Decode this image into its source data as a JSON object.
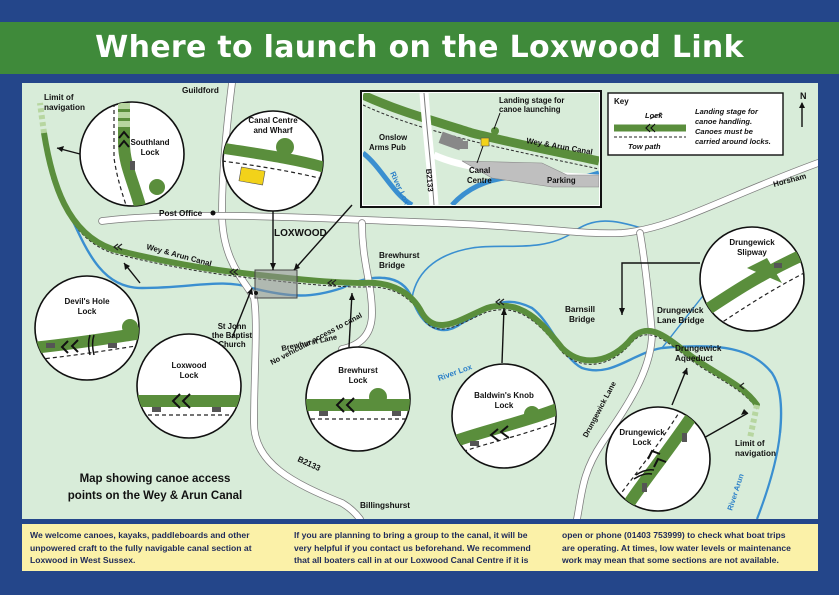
{
  "title": "Where to launch on the Loxwood Link",
  "map_labels": {
    "limit_nav_top": [
      "Limit of",
      "navigation"
    ],
    "guildford": "Guildford",
    "post_office": "Post Office",
    "loxwood": "LOXWOOD",
    "wey_arun_canal": "Wey & Arun Canal",
    "brewhurst_bridge": [
      "Brewhurst",
      "Bridge"
    ],
    "brewhurst_lane": "Brewhurst Lane",
    "no_vehicular": "No vehicular access to canal",
    "st_john": [
      "St John",
      "the Baptist",
      "Church"
    ],
    "barnsill_bridge": [
      "Barnsill",
      "Bridge"
    ],
    "river_lox": "River Lox",
    "drungewick_lane_bridge": [
      "Drungewick",
      "Lane Bridge"
    ],
    "drungewick_aqueduct": [
      "Drungewick",
      "Aqueduct"
    ],
    "drungewick_lane": "Drungewick Lane",
    "horsham": "Horsham",
    "b2133": "B2133",
    "billingshurst": "Billingshurst",
    "river_arun": "River Arun",
    "limit_nav_bottom": [
      "Limit of",
      "navigation"
    ],
    "caption": [
      "Map showing canoe access",
      "points on the Wey & Arun Canal"
    ],
    "north": "N"
  },
  "circles": {
    "southland": [
      "Southland",
      "Lock"
    ],
    "canal_centre": [
      "Canal Centre",
      "and Wharf"
    ],
    "devils_hole": [
      "Devil's Hole",
      "Lock"
    ],
    "loxwood_lock": [
      "Loxwood",
      "Lock"
    ],
    "brewhurst_lock": [
      "Brewhurst",
      "Lock"
    ],
    "baldwins_knob": [
      "Baldwin's Knob",
      "Lock"
    ],
    "drungewick_slipway": [
      "Drungewick",
      "Slipway"
    ],
    "drungewick_lock": [
      "Drungewick",
      "Lock"
    ]
  },
  "inset": {
    "landing_stage": [
      "Landing stage for",
      "canoe launching"
    ],
    "onslow_arms": [
      "Onslow",
      "Arms Pub"
    ],
    "wey_arun_canal": "Wey & Arun Canal",
    "canal_centre": [
      "Canal",
      "Centre"
    ],
    "parking": "Parking",
    "river_lox": "River Lox",
    "b2133": "B2133"
  },
  "key": {
    "title": "Key",
    "lock": "Lock",
    "tow_path": "Tow path",
    "description": [
      "Landing stage for",
      "canoe handling.",
      "Canoes must be",
      "carried around locks."
    ]
  },
  "info": {
    "col1": [
      "We welcome canoes, kayaks, paddleboards and other",
      "unpowered craft to the fully navigable canal section at",
      "Loxwood in West Sussex."
    ],
    "col2": [
      "If you are planning to bring a group to the canal, it will be",
      "very helpful if you contact us beforehand. We recommend",
      "that all boaters call in at our Loxwood Canal Centre if it is"
    ],
    "col3": [
      "open or phone (01403 753999) to check what boat trips",
      "are operating. At times, low water levels or maintenance",
      "work may mean that some sections are not available."
    ]
  },
  "colors": {
    "background": "#24468a",
    "title_band": "#3f8a3a",
    "map_bg": "#d8ecd9",
    "canal": "#5a8e3c",
    "river": "#3a8fd0",
    "info_bg": "#fbf1a8"
  }
}
